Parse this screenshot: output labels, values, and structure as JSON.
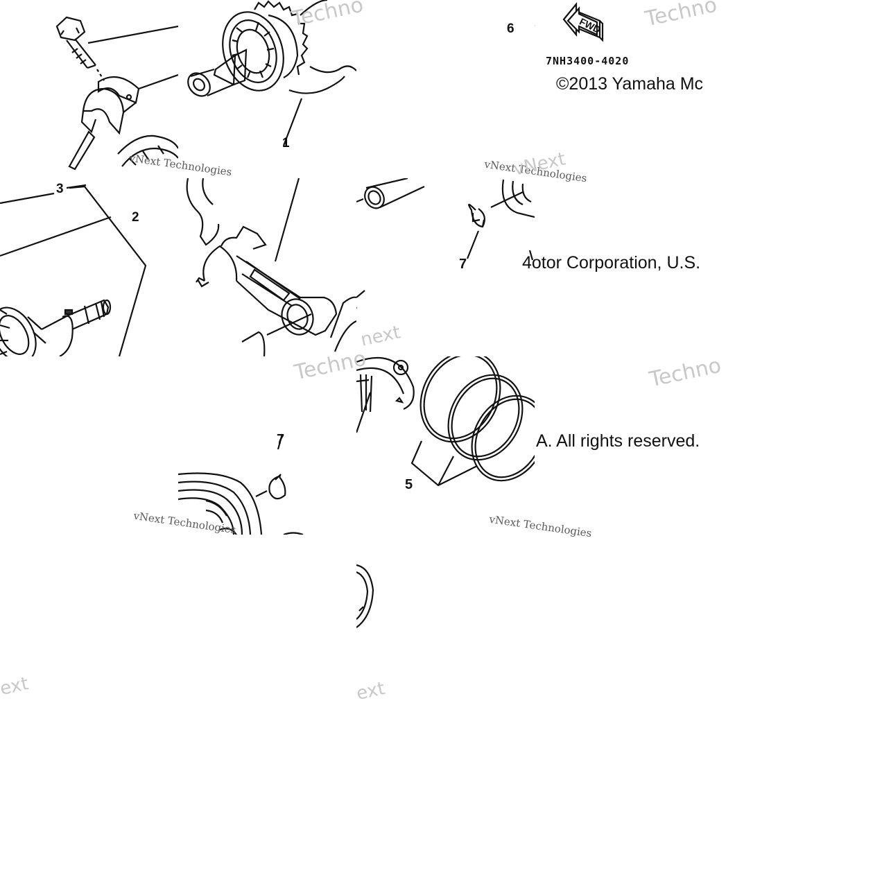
{
  "diagram": {
    "part_code": "7NH3400-4020",
    "copyright_parts": [
      "©2013 Yamaha Mc",
      "4otor Corporation, U.S.",
      "A. All rights reserved."
    ],
    "fwd_label": "FWD",
    "watermarks": {
      "brand_large": "Techno",
      "brand_small": "vNext Technologies",
      "vnext": "vNext",
      "next": "next",
      "ext": "ext"
    },
    "callouts": [
      {
        "id": "1",
        "label": "1"
      },
      {
        "id": "2",
        "label": "2"
      },
      {
        "id": "3",
        "label": "3"
      },
      {
        "id": "5",
        "label": "5"
      },
      {
        "id": "6",
        "label": "6"
      },
      {
        "id": "7a",
        "label": "7"
      },
      {
        "id": "7b",
        "label": "7"
      }
    ]
  }
}
